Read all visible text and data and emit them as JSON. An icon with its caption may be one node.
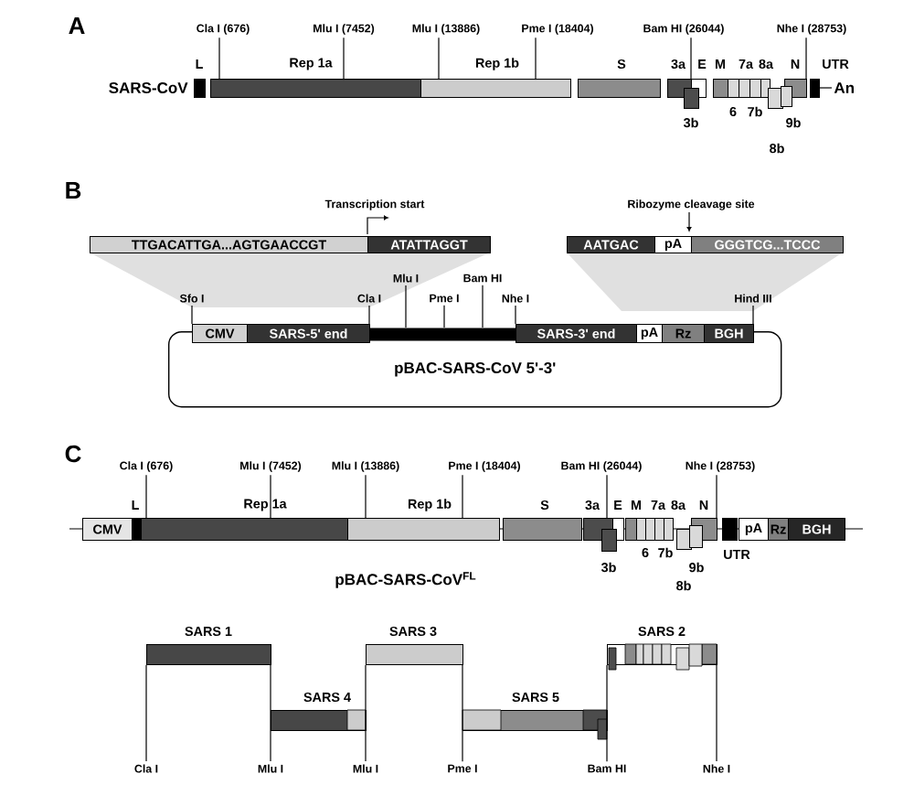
{
  "diagram": {
    "nodes": [
      {
        "text": [
          "L"
        ]
      },
      {
        "text": [
          "Rep 1a"
        ]
      },
      {
        "text": [
          "Rep 1b"
        ]
      },
      {
        "text": [
          "S"
        ]
      },
      {
        "text": [
          "3a"
        ]
      },
      {
        "text": [
          "3b"
        ]
      },
      {
        "text": [
          "E"
        ]
      },
      {
        "text": [
          "M"
        ]
      },
      {
        "text": [
          "6"
        ]
      },
      {
        "text": [
          "7a"
        ]
      },
      {
        "text": [
          "7b"
        ]
      },
      {
        "text": [
          "8a"
        ]
      },
      {
        "text": [
          "8b"
        ]
      },
      {
        "text": [
          "9b"
        ]
      },
      {
        "text": [
          "N"
        ]
      },
      {
        "text": [
          "UTR"
        ],
        "beside": [
          "An"
        ]
      },
      {
        "text": [
          "TTGACATTGA...AGTGAACCGT"
        ]
      },
      {
        "text": [
          "ATATTAGGT"
        ]
      },
      {
        "text": [
          "AATGAC"
        ]
      },
      {
        "text": [
          "pA"
        ]
      },
      {
        "text": [
          "GGGTCG...TCCC"
        ]
      },
      {
        "text": [
          "CMV"
        ]
      },
      {
        "text": [
          "SARS-5' end"
        ]
      },
      {
        "text": [
          "SARS-3' end"
        ]
      },
      {
        "text": [
          "pA"
        ]
      },
      {
        "text": [
          "Rz"
        ]
      },
      {
        "text": [
          "BGH"
        ]
      },
      {
        "text": [
          "pBAC-SARS-CoV 5'-3'"
        ]
      },
      {
        "text": [
          "CMV"
        ]
      },
      {
        "text": [
          "L"
        ]
      },
      {
        "text": [
          "Rep 1a"
        ]
      },
      {
        "text": [
          "Rep 1b"
        ]
      },
      {
        "text": [
          "S"
        ]
      },
      {
        "text": [
          "3a"
        ]
      },
      {
        "text": [
          "3b"
        ]
      },
      {
        "text": [
          "E"
        ]
      },
      {
        "text": [
          "M"
        ]
      },
      {
        "text": [
          "6"
        ]
      },
      {
        "text": [
          "7a"
        ]
      },
      {
        "text": [
          "7b"
        ]
      },
      {
        "text": [
          "8a"
        ]
      },
      {
        "text": [
          "8b"
        ]
      },
      {
        "text": [
          "9b"
        ]
      },
      {
        "text": [
          "N"
        ]
      },
      {
        "text": [
          "UTR"
        ]
      },
      {
        "text": [
          "pA"
        ]
      },
      {
        "text": [
          "Rz"
        ]
      },
      {
        "text": [
          "BGH"
        ]
      },
      {
        "text": [
          "SARS 1"
        ]
      },
      {
        "text": [
          "SARS 4"
        ]
      },
      {
        "text": [
          "SARS 3"
        ]
      },
      {
        "text": [
          "SARS 5"
        ]
      },
      {
        "text": [
          "SARS 2"
        ]
      },
      {
        "text": [],
        "shape": "bar"
      },
      {
        "text": [
          "Cla I (676)"
        ]
      },
      {
        "text": [
          "Mlu I (7452)"
        ]
      },
      {
        "text": [
          "Mlu I (13886)"
        ]
      },
      {
        "text": [
          "Pme I (18404)"
        ]
      },
      {
        "text": [
          "Bam HI (26044)"
        ]
      },
      {
        "text": [
          "Nhe I (28753)"
        ]
      },
      {
        "text": [
          "Mlu I"
        ]
      },
      {
        "text": [
          "Bam HI"
        ]
      },
      {
        "text": [
          "Sfo I"
        ]
      },
      {
        "text": [
          "Cla I"
        ]
      },
      {
        "text": [
          "Pme I"
        ]
      },
      {
        "text": [
          "Nhe I"
        ]
      },
      {
        "text": [
          "Hind III"
        ]
      },
      {
        "text": [
          "Cla I (676)"
        ]
      },
      {
        "text": [
          "Mlu I (7452)"
        ]
      },
      {
        "text": [
          "Mlu I (13886)"
        ]
      },
      {
        "text": [
          "Pme I (18404)"
        ]
      },
      {
        "text": [
          "Bam HI (26044)"
        ]
      },
      {
        "text": [
          "Nhe I (28753)"
        ]
      },
      {
        "text": [
          "Cla I"
        ]
      },
      {
        "text": [
          "Mlu I"
        ]
      },
      {
        "text": [
          "Mlu I"
        ]
      },
      {
        "text": [
          "Pme I"
        ]
      },
      {
        "text": [
          "Bam HI"
        ]
      },
      {
        "text": [
          "Nhe I"
        ]
      }
    ],
    "edges": [
      {
        "from": 54,
        "to": 1,
        "arrow": "none"
      },
      {
        "from": 55,
        "to": 1,
        "arrow": "none"
      },
      {
        "from": 56,
        "to": 2,
        "arrow": "none"
      },
      {
        "from": 57,
        "to": 2,
        "arrow": "none"
      },
      {
        "from": 58,
        "to": 4,
        "arrow": "none"
      },
      {
        "from": 59,
        "to": 14,
        "arrow": "none"
      },
      {
        "from": 60,
        "to": 53,
        "arrow": "none"
      },
      {
        "from": 61,
        "to": 53,
        "arrow": "none"
      },
      {
        "from": 62,
        "to": 21,
        "arrow": "none"
      },
      {
        "from": 63,
        "to": 22,
        "arrow": "none"
      },
      {
        "from": 64,
        "to": 53,
        "arrow": "none"
      },
      {
        "from": 65,
        "to": 23,
        "arrow": "none"
      },
      {
        "from": 66,
        "to": 26,
        "arrow": "none"
      },
      {
        "from": 67,
        "to": 30,
        "arrow": "none"
      },
      {
        "from": 68,
        "to": 30,
        "arrow": "none"
      },
      {
        "from": 69,
        "to": 31,
        "arrow": "none"
      },
      {
        "from": 70,
        "to": 31,
        "arrow": "none"
      },
      {
        "from": 71,
        "to": 33,
        "arrow": "none"
      },
      {
        "from": 72,
        "to": 43,
        "arrow": "none"
      },
      {
        "from": 73,
        "to": 48,
        "arrow": "none"
      },
      {
        "from": 74,
        "to": 48,
        "arrow": "none"
      },
      {
        "from": 74,
        "to": 49,
        "arrow": "none"
      },
      {
        "from": 75,
        "to": 49,
        "arrow": "none"
      },
      {
        "from": 75,
        "to": 50,
        "arrow": "none"
      },
      {
        "from": 76,
        "to": 50,
        "arrow": "none"
      },
      {
        "from": 76,
        "to": 51,
        "arrow": "none"
      },
      {
        "from": 77,
        "to": 51,
        "arrow": "none"
      },
      {
        "from": 77,
        "to": 52,
        "arrow": "none"
      },
      {
        "from": 78,
        "to": 52,
        "arrow": "none"
      }
    ],
    "labels": [
      "A",
      "SARS-CoV",
      "B",
      "Transcription start",
      "Ribozyme cleavage site",
      "C",
      "pBAC-SARS-CoV$^{FL}$"
    ]
  }
}
